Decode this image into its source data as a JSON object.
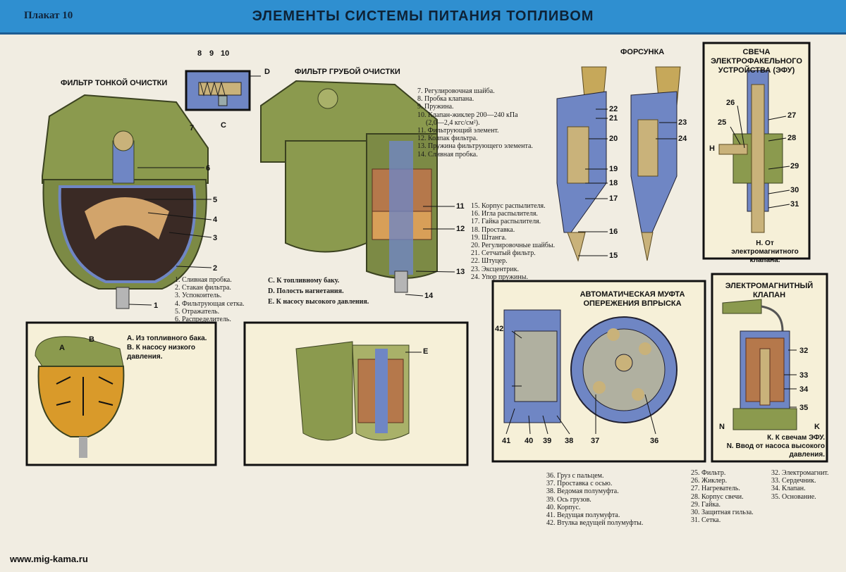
{
  "header": {
    "plakat": "Плакат 10",
    "title": "ЭЛЕМЕНТЫ СИСТЕМЫ ПИТАНИЯ ТОПЛИВОМ"
  },
  "sections": {
    "fine_filter": "ФИЛЬТР ТОНКОЙ ОЧИСТКИ",
    "coarse_filter": "ФИЛЬТР ГРУБОЙ ОЧИСТКИ",
    "injector": "ФОРСУНКА",
    "glow_plug": "СВЕЧА ЭЛЕКТРОФАКЕЛЬНОГО УСТРОЙСТВА (ЭФУ)",
    "coupling": "АВТОМАТИЧЕСКАЯ МУФТА ОПЕРЕЖЕНИЯ ВПРЫСКА",
    "valve": "ЭЛЕКТРОМАГНИТНЫЙ КЛАПАН"
  },
  "inset_labels": {
    "n8": "8",
    "n9": "9",
    "n10": "10",
    "d": "D",
    "n7": "7",
    "c": "C"
  },
  "fine_filter_legend": [
    "1. Сливная пробка.",
    "2. Стакан фильтра.",
    "3. Успокоитель.",
    "4. Фильтрующая сетка.",
    "5. Отражатель.",
    "6. Распределитель."
  ],
  "coarse_filter_legend_top": [
    "7. Регулировочная шайба.",
    "8. Пробка клапана.",
    "9. Пружина.",
    "10. Клапан-жиклер 200—240 кПа",
    "(2,0—2,4 кгс/см²).",
    "11. Фильтрующий элемент.",
    "12. Колпак фильтра.",
    "13. Пружина фильтрующего элемента.",
    "14. Сливная пробка."
  ],
  "coarse_filter_legend_cde": [
    "C. К топливному баку.",
    "D. Полость нагнетания.",
    "E. К насосу высокого давления."
  ],
  "injector_legend": [
    "15. Корпус распылителя.",
    "16. Игла распылителя.",
    "17. Гайка распылителя.",
    "18. Проставка.",
    "19. Штанга.",
    "20. Регулировочные шайбы.",
    "21. Сетчатый фильтр.",
    "22. Штуцер.",
    "23. Эксцентрик.",
    "24. Упор пружины."
  ],
  "fine_numbers": [
    "6",
    "5",
    "4",
    "3",
    "2",
    "1"
  ],
  "coarse_numbers": [
    "11",
    "12",
    "13",
    "14"
  ],
  "injector_numbers": [
    "22",
    "21",
    "20",
    "19",
    "18",
    "17",
    "16",
    "15",
    "23",
    "24"
  ],
  "glow_numbers": [
    "26",
    "25",
    "27",
    "28",
    "29",
    "30",
    "31"
  ],
  "glow_h": "H",
  "glow_caption": "Н. От электромагнитного клапана.",
  "bottom_left_caption": [
    "А. Из топливного бака.",
    "В. К насосу низкого давления."
  ],
  "bottom_left_letters": {
    "a": "А",
    "b": "В"
  },
  "bottom_mid_letter": "E",
  "coupling_numbers": [
    "42",
    "41",
    "40",
    "39",
    "38",
    "37",
    "36"
  ],
  "coupling_legend": [
    "36. Груз с пальцем.",
    "37. Проставка с осью.",
    "38. Ведомая полумуфта.",
    "39. Ось грузов.",
    "40. Корпус.",
    "41. Ведущая полумуфта.",
    "42. Втулка ведущей полумуфты."
  ],
  "valve_numbers": [
    "32",
    "33",
    "34",
    "35"
  ],
  "valve_n": "N",
  "valve_k": "K",
  "valve_caption": [
    "К. К свечам ЭФУ.",
    "N. Ввод от насоса высокого давления."
  ],
  "glow_valve_legend_a": [
    "25. Фильтр.",
    "26. Жиклер.",
    "27. Нагреватель.",
    "28. Корпус свечи.",
    "29. Гайка.",
    "30. Защитная гильза.",
    "31. Сетка."
  ],
  "glow_valve_legend_b": [
    "32. Электромагнит.",
    "33. Сердечник.",
    "34. Клапан.",
    "35. Основание."
  ],
  "footer": {
    "site": "www.mig-kama.ru"
  },
  "colors": {
    "header": "#2f8fd0",
    "body_green": "#8b9a4e",
    "cutaway_blue": "#6f86c4",
    "fuel": "#d99a2a",
    "panel_bg": "#f6f0d8"
  }
}
